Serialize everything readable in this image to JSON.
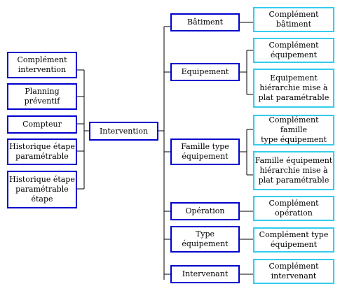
{
  "colors": {
    "entity_border": "#0000cc",
    "complement_border": "#33ccee",
    "connector": "#000000"
  },
  "left_entities": [
    "Complément\nintervention",
    "Planning\npréventif",
    "Compteur",
    "Historique étape\nparamétrable",
    "Historique étape\nparamétrable\nétape"
  ],
  "center": "Intervention",
  "branches": [
    {
      "label": "Bâtiment",
      "details": [
        "Complément\nbâtiment"
      ]
    },
    {
      "label": "Equipement",
      "details": [
        "Complément\néquipement",
        "Equipement\nhiérarchie mise à\nplat paramétrable"
      ]
    },
    {
      "label": "Famille type\néquipement",
      "details": [
        "Complément famille\ntype équipement",
        "Famille équipement\nhiérarchie mise à\nplat paramétrable"
      ]
    },
    {
      "label": "Opération",
      "details": [
        "Complément\nopération"
      ]
    },
    {
      "label": "Type\néquipement",
      "details": [
        "Complément type\néquipement"
      ]
    },
    {
      "label": "Intervenant",
      "details": [
        "Complément\nintervenant"
      ]
    }
  ]
}
